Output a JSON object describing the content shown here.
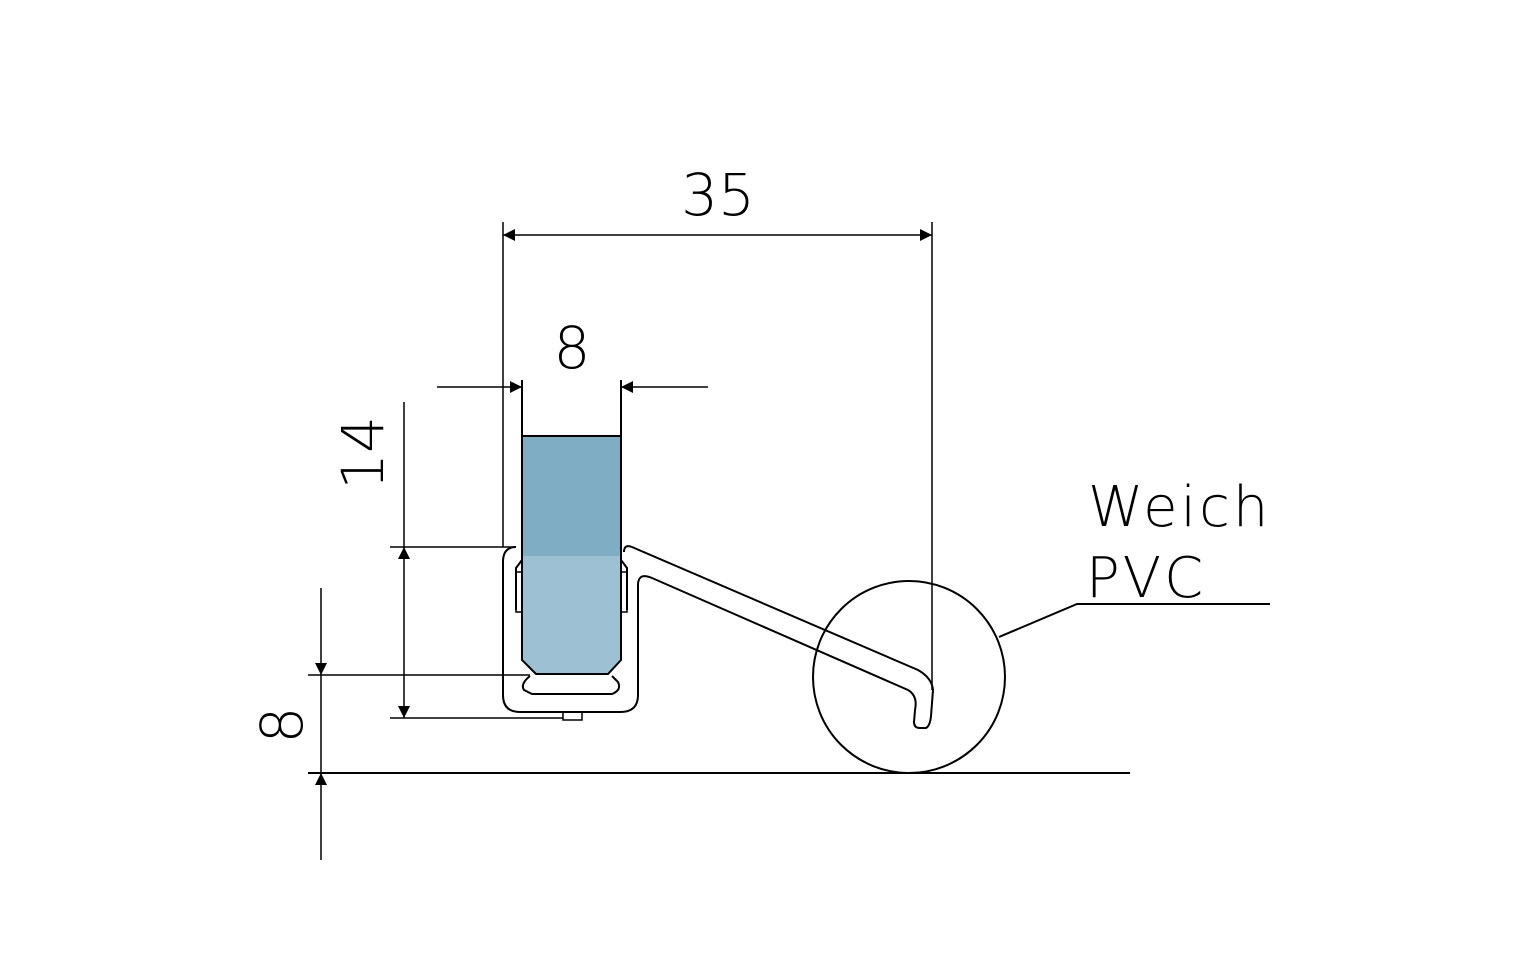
{
  "dimensions": {
    "width": "35",
    "glass_thickness": "8",
    "height": "14",
    "floor_gap": "8"
  },
  "material": {
    "line1": "Weich",
    "line2": "PVC"
  },
  "colors": {
    "glass_top": "#7fadc3",
    "glass_bottom": "#9ec0d3",
    "line": "#000000"
  }
}
